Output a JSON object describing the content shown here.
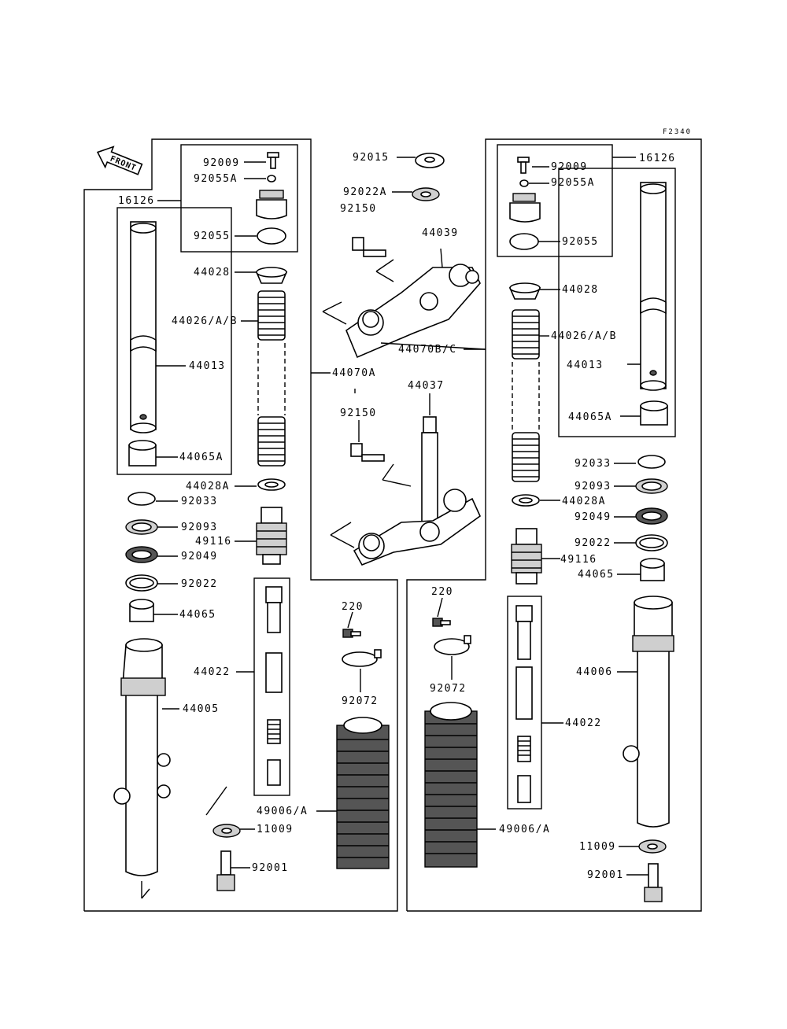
{
  "figure_code": "F2340",
  "front_arrow_label": "FRONT",
  "labels": {
    "l_92009": "92009",
    "l_92055A": "92055A",
    "l_92055": "92055",
    "l_16126": "16126",
    "l_44028": "44028",
    "l_44026": "44026/A/B",
    "l_44013": "44013",
    "l_44065A": "44065A",
    "l_44028A": "44028A",
    "l_92033": "92033",
    "l_92093": "92093",
    "l_49116": "49116",
    "l_92049": "92049",
    "l_92022": "92022",
    "l_44065": "44065",
    "l_44022": "44022",
    "l_44005": "44005",
    "l_11009": "11009",
    "l_92001": "92001",
    "l_49006": "49006/A",
    "l_44070A": "44070A",
    "c_92015": "92015",
    "c_92022A": "92022A",
    "c_92150a": "92150",
    "c_44039": "44039",
    "c_44070BC": "44070B/C",
    "c_44037": "44037",
    "c_92150b": "92150",
    "c_220": "220",
    "c_92072": "92072",
    "c_49006": "49006/A",
    "c2_220": "220",
    "c2_92072": "92072",
    "r_92009": "92009",
    "r_92055A": "92055A",
    "r_92055": "92055",
    "r_16126": "16126",
    "r_44028": "44028",
    "r_44026": "44026/A/B",
    "r_44013": "44013",
    "r_44065A": "44065A",
    "r_92033": "92033",
    "r_92093": "92093",
    "r_44028A": "44028A",
    "r_92049": "92049",
    "r_92022": "92022",
    "r_49116": "49116",
    "r_44065": "44065",
    "r_44006": "44006",
    "r_44022": "44022",
    "r_49006": "49006/A",
    "r_11009": "11009",
    "r_92001": "92001"
  },
  "icons": {
    "front_arrow": "front-arrow-icon"
  }
}
